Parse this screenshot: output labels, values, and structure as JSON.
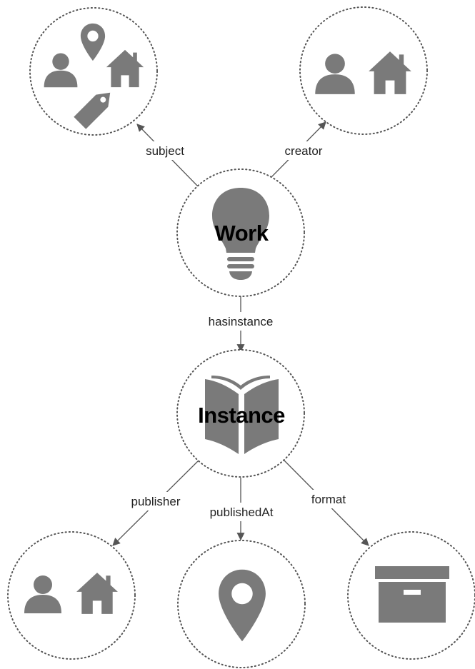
{
  "nodes": {
    "work": {
      "title": "Work"
    },
    "instance": {
      "title": "Instance"
    }
  },
  "edges": {
    "subject": "subject",
    "creator": "creator",
    "hasinstance": "hasinstance",
    "publisher": "publisher",
    "publishedAt": "publishedAt",
    "format": "format"
  },
  "icons": {
    "subject_node": [
      "person-icon",
      "location-pin-icon",
      "house-icon",
      "tag-icon"
    ],
    "creator_node": [
      "person-icon",
      "house-icon"
    ],
    "work_node": [
      "lightbulb-icon"
    ],
    "instance_node": [
      "open-book-icon"
    ],
    "publisher_node": [
      "person-icon",
      "house-icon"
    ],
    "publishedAt_node": [
      "location-pin-icon"
    ],
    "format_node": [
      "archive-box-icon"
    ]
  },
  "colors": {
    "icon": "#7a7a7a",
    "line": "#555555"
  }
}
